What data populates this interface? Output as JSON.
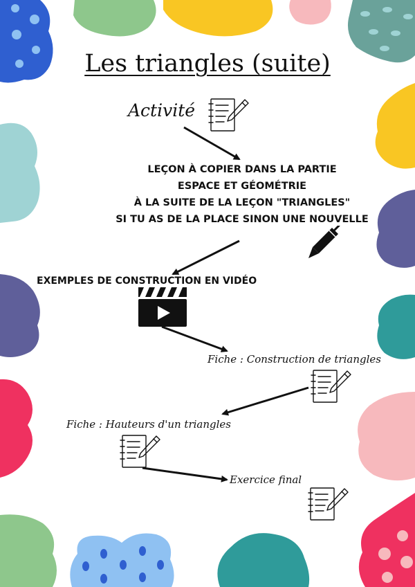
{
  "title": "Les triangles (suite)",
  "activity_label": "Activité",
  "lesson_lines": [
    "LEÇON À COPIER DANS LA PARTIE",
    "ESPACE ET GÉOMÉTRIE",
    "À LA SUITE DE LA LEÇON \"TRIANGLES\"",
    "SI TU AS DE LA PLACE SINON UNE NOUVELLE"
  ],
  "video_label": "EXEMPLES DE CONSTRUCTION EN VIDÉO",
  "worksheet_construction": "Fiche : Construction de triangles",
  "worksheet_heights": "Fiche : Hauteurs d'un triangles",
  "final_exercise": "Exercice final",
  "colors": {
    "blue": "#2f5fd0",
    "light_blue": "#8fc1f2",
    "green": "#8ec78c",
    "yellow": "#f9c623",
    "pink": "#f7b9bd",
    "teal": "#2f9b9a",
    "sage": "#6aa29a",
    "aqua": "#9fd3d4",
    "purple": "#5f5f9a",
    "red": "#ef3160"
  },
  "icons": [
    "notebook-pencil-icon",
    "pen-icon",
    "video-clapper-icon",
    "arrow-icon"
  ]
}
